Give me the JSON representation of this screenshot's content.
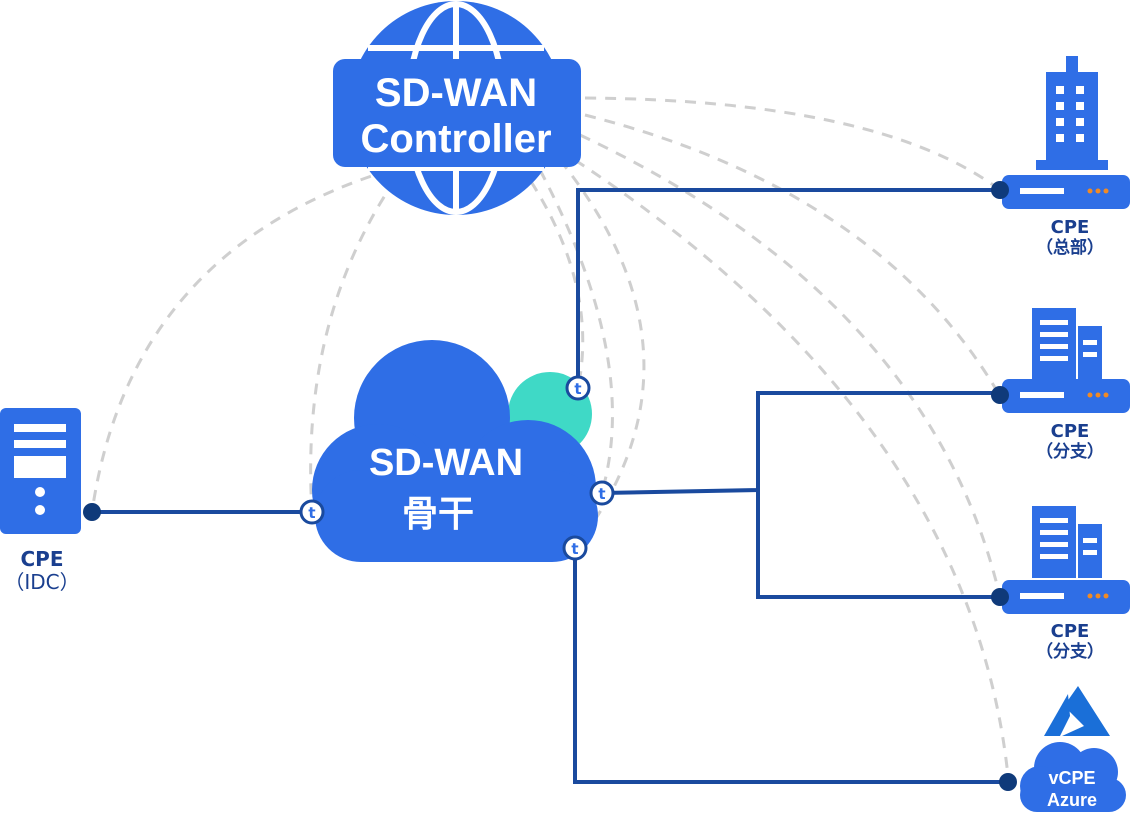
{
  "controller": {
    "line1": "SD-WAN",
    "line2": "Controller"
  },
  "backbone": {
    "line1": "SD-WAN",
    "line2": "骨干"
  },
  "nodes": {
    "idc": {
      "name": "CPE",
      "sub": "（IDC）"
    },
    "hq": {
      "name": "CPE",
      "sub": "（总部）"
    },
    "branch1": {
      "name": "CPE",
      "sub": "（分支）"
    },
    "branch2": {
      "name": "CPE",
      "sub": "（分支）"
    },
    "azure": {
      "name": "vCPE",
      "sub": "Azure"
    }
  },
  "tunnel_glyph": "t",
  "colors": {
    "primary": "#2f6ee6",
    "dark_line": "#1a4a9e",
    "dashed": "#cfcfcf",
    "teal": "#3fd9c6",
    "accent_dots": "#f08a24",
    "label": "#1a3f8f"
  }
}
